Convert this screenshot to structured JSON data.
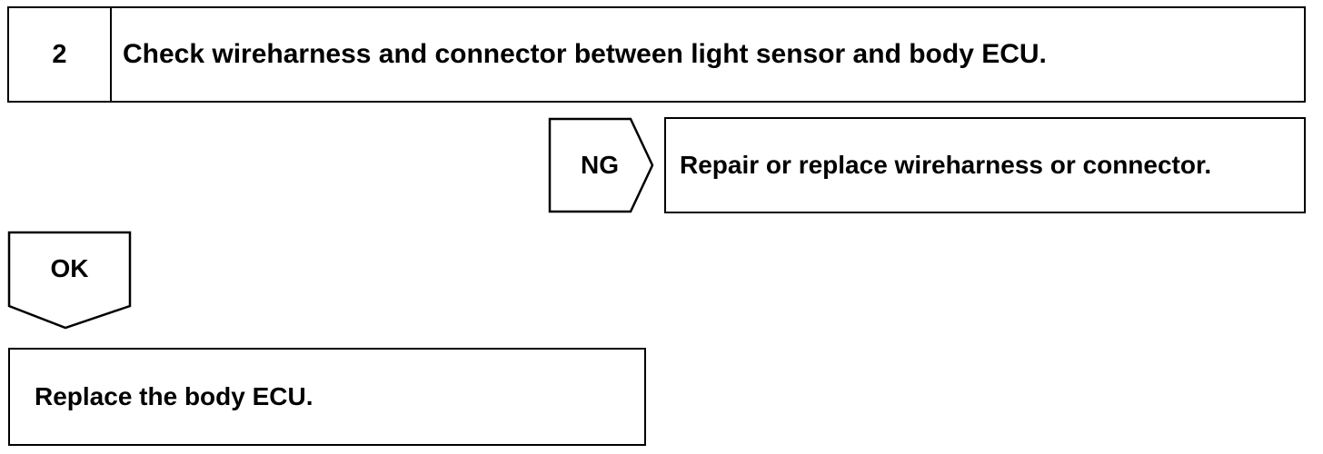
{
  "step": {
    "number": "2",
    "title": "Check wireharness and connector between light sensor and body ECU."
  },
  "ng_branch": {
    "label": "NG",
    "action": "Repair or replace wireharness or connector."
  },
  "ok_branch": {
    "label": "OK",
    "action": "Replace the body ECU."
  },
  "colors": {
    "line": "#000000",
    "background": "#ffffff"
  }
}
